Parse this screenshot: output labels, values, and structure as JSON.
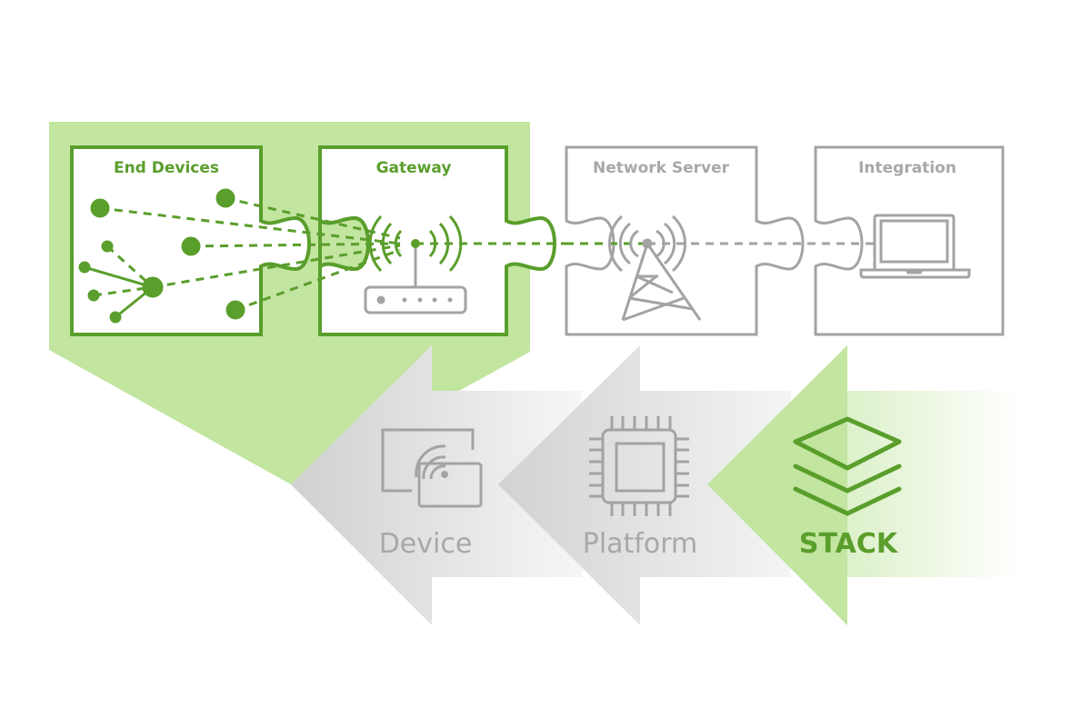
{
  "colors": {
    "green": "#5a9e2c",
    "green_light": "#c2e5a0",
    "gray": "#a3a3a3",
    "gray_arrow": "#cfcfcf"
  },
  "puzzle": {
    "pieces": [
      {
        "id": "end-devices",
        "title": "End Devices",
        "icon": "network-nodes-icon",
        "active": true
      },
      {
        "id": "gateway",
        "title": "Gateway",
        "icon": "router-icon",
        "active": true
      },
      {
        "id": "network-server",
        "title": "Network Server",
        "icon": "cell-tower-icon",
        "active": false
      },
      {
        "id": "integration",
        "title": "Integration",
        "icon": "laptop-icon",
        "active": false
      }
    ]
  },
  "arrows": [
    {
      "id": "device",
      "label": "Device",
      "icon": "device-wireless-icon",
      "active": false
    },
    {
      "id": "platform",
      "label": "Platform",
      "icon": "chip-icon",
      "active": false
    },
    {
      "id": "stack",
      "label": "STACK",
      "icon": "layers-stack-icon",
      "active": true
    }
  ]
}
